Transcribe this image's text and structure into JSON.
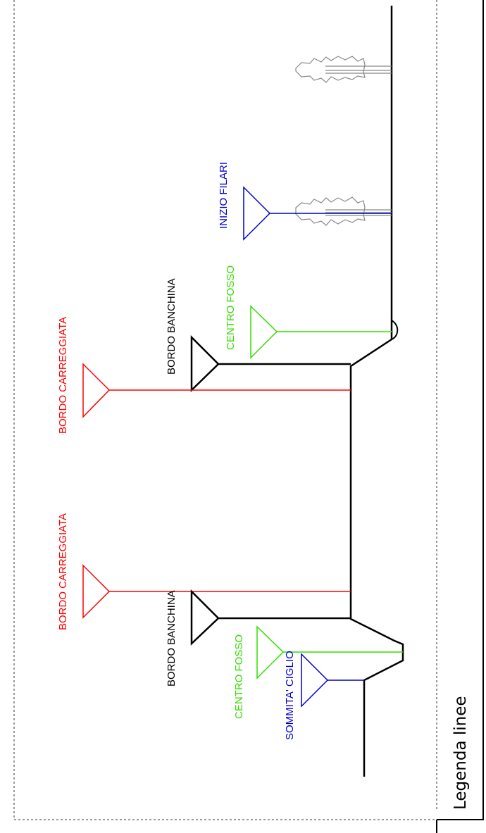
{
  "colors": {
    "road_edge": "#ff0000",
    "shoulder_edge": "#000000",
    "ditch_center": "#33dd00",
    "blue_markers": "#0000cc",
    "frame": "#000000",
    "trees": "#888888"
  },
  "legend": {
    "title": "Legenda linee"
  },
  "labels": {
    "bordo_carreggiata_top": "BORDO CARREGGIATA",
    "bordo_carreggiata_bottom": "BORDO CARREGGIATA",
    "bordo_banchina_top": "BORDO BANCHINA",
    "bordo_banchina_bottom": "BORDO BANCHINA",
    "centro_fosso_top": "CENTRO FOSSO",
    "centro_fosso_bottom": "CENTRO FOSSO",
    "inizio_filari": "INIZIO FILARI",
    "sommita_ciglio": "SOMMITA' CIGLIO"
  },
  "icons": {
    "marker": "triangle-marker-icon",
    "tree": "tree-icon"
  }
}
